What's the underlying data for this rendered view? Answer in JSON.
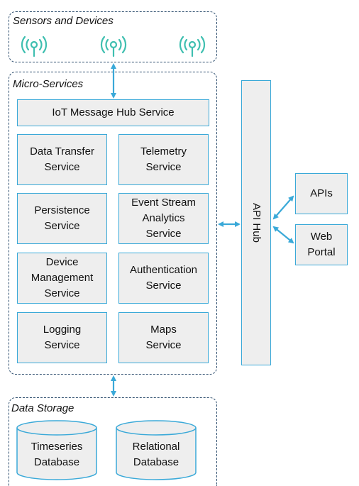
{
  "groups": {
    "sensors": "Sensors and Devices",
    "micro_services": "Micro-Services",
    "data_storage": "Data Storage"
  },
  "hub_service": "IoT Message Hub Service",
  "services": [
    "Data Transfer\nService",
    "Telemetry\nService",
    "Persistence\nService",
    "Event Stream\nAnalytics\nService",
    "Device\nManagement\nService",
    "Authentication\nService",
    "Logging\nService",
    "Maps\nService"
  ],
  "api_hub": "API Hub",
  "clients": [
    "APIs",
    "Web\nPortal"
  ],
  "databases": [
    "Timeseries\nDatabase",
    "Relational\nDatabase"
  ],
  "colors": {
    "accent": "#3aa9d8",
    "border": "#2f4f6f",
    "fill": "#eeeeee",
    "sensor_icon": "#3fbfb0"
  },
  "icons": [
    "wireless-sensor-icon",
    "wireless-sensor-icon",
    "wireless-sensor-icon"
  ]
}
